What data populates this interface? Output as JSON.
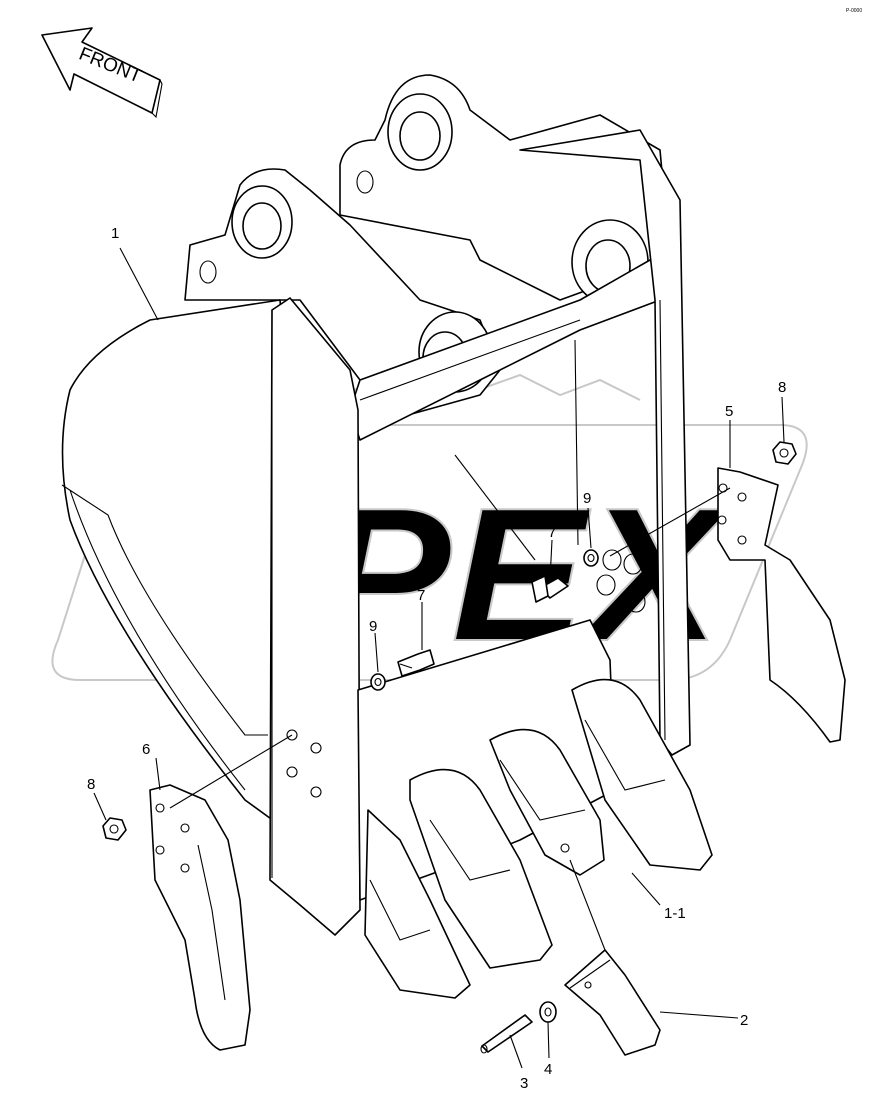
{
  "arrow": {
    "label": "FRONT"
  },
  "watermark": {
    "text": "OPEX"
  },
  "corner_mark": "P-0000",
  "callouts": [
    {
      "id": "1",
      "text": "1"
    },
    {
      "id": "1-1",
      "text": "1-1"
    },
    {
      "id": "2",
      "text": "2"
    },
    {
      "id": "3",
      "text": "3"
    },
    {
      "id": "4",
      "text": "4"
    },
    {
      "id": "5",
      "text": "5"
    },
    {
      "id": "6",
      "text": "6"
    },
    {
      "id": "7a",
      "text": "7"
    },
    {
      "id": "7b",
      "text": "7"
    },
    {
      "id": "8a",
      "text": "8"
    },
    {
      "id": "8b",
      "text": "8"
    },
    {
      "id": "9a",
      "text": "9"
    },
    {
      "id": "9b",
      "text": "9"
    }
  ]
}
